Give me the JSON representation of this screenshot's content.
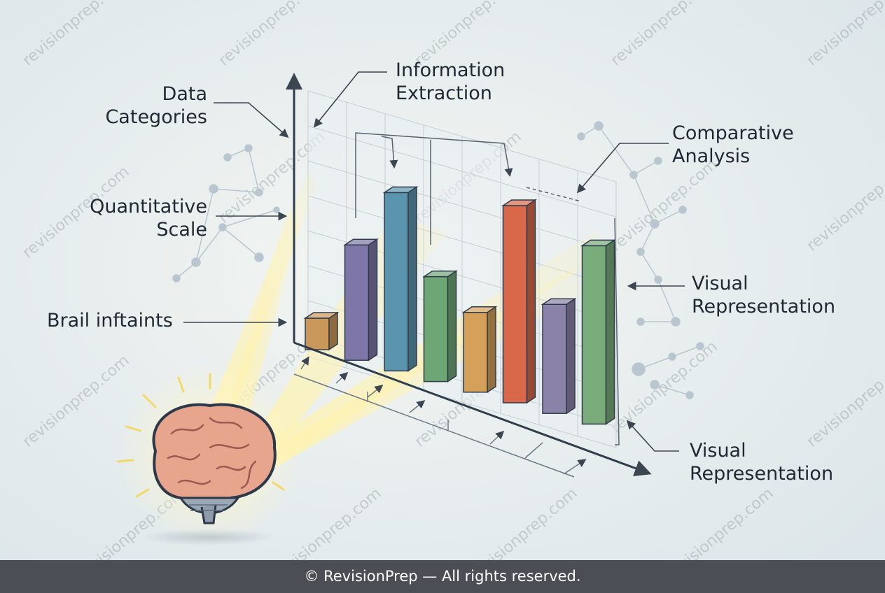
{
  "labels": {
    "data_categories": "Data\nCategories",
    "information_extraction": "Information\nExtraction",
    "comparative_analysis": "Comparative\nAnalysis",
    "quantitative_scale": "Quantitative\nScale",
    "brain_inputs": "Brail inftaints",
    "visual_representation_1": "Visual\nRepresentation",
    "visual_representation_2": "Visual\nRepresentation"
  },
  "watermark": "revisionprep.com",
  "footer": "© RevisionPrep — All rights reserved.",
  "bars": [
    {
      "value": 1.5,
      "color": "#c9975a"
    },
    {
      "value": 5.5,
      "color": "#7d76a6"
    },
    {
      "value": 8.5,
      "color": "#5b95ad"
    },
    {
      "value": 5.0,
      "color": "#6ea676"
    },
    {
      "value": 3.8,
      "color": "#d5a05a"
    },
    {
      "value": 9.4,
      "color": "#d9684a"
    },
    {
      "value": 5.2,
      "color": "#8b82a8"
    },
    {
      "value": 8.5,
      "color": "#7aab7a"
    }
  ]
}
